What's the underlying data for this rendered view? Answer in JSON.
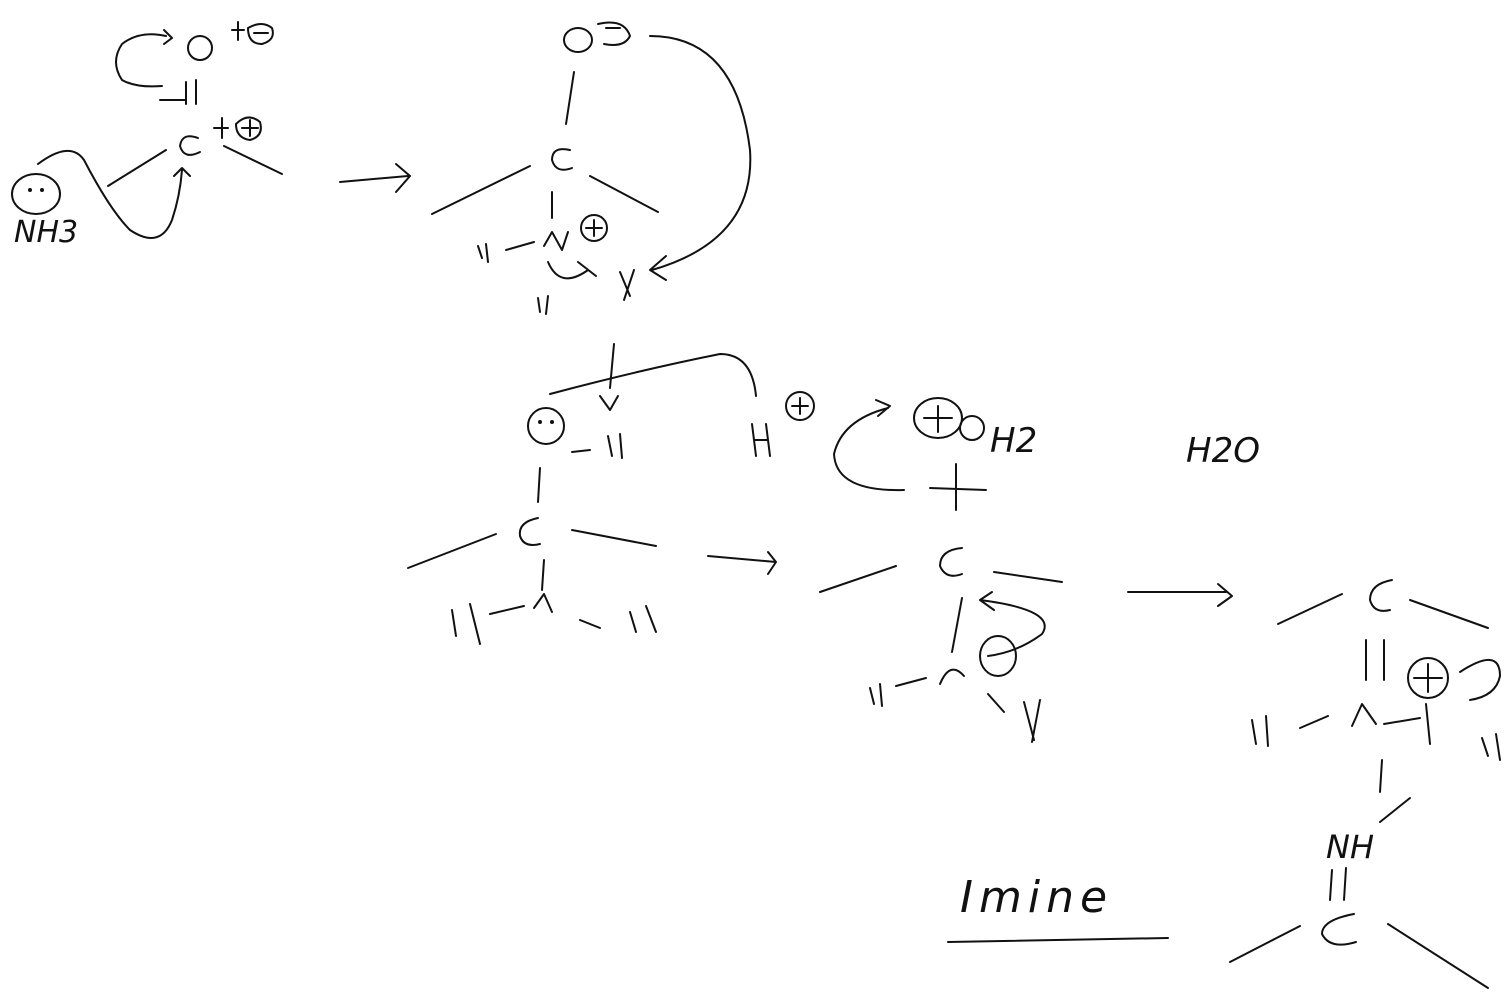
{
  "diagram": {
    "ink_color": "#111111",
    "background": "#ffffff",
    "labels": {
      "nh3": "NH3",
      "h2o": "H2O",
      "oh2": "H2",
      "imine": "Imine",
      "nh_product": "NH"
    }
  }
}
